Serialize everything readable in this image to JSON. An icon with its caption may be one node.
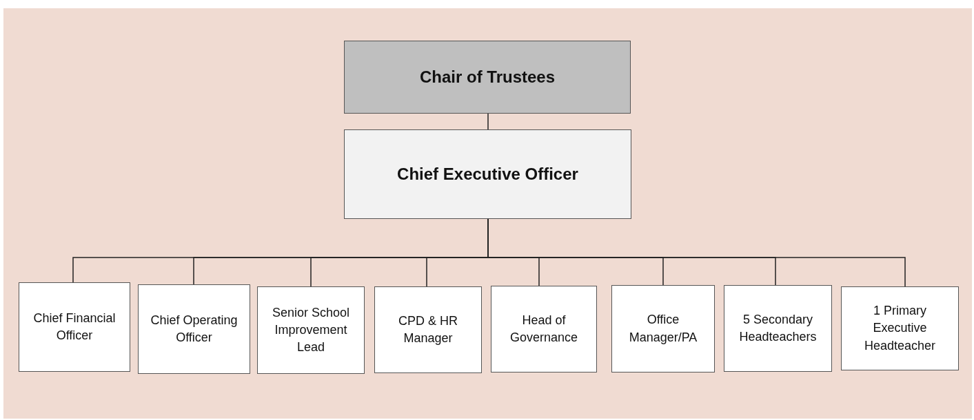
{
  "diagram": {
    "nodes": [
      {
        "text": [
          "Chair of Trustees"
        ]
      },
      {
        "text": [
          "Chief Executive Officer"
        ]
      },
      {
        "text": [
          "Chief Financial Officer"
        ]
      },
      {
        "text": [
          "Chief Operating Officer"
        ]
      },
      {
        "text": [
          "Senior School Improvement Lead"
        ]
      },
      {
        "text": [
          "CPD & HR Manager"
        ]
      },
      {
        "text": [
          "Head of Governance"
        ]
      },
      {
        "text": [
          "Office Manager/PA"
        ]
      },
      {
        "text": [
          "5 Secondary Headteachers"
        ]
      },
      {
        "text": [
          "1 Primary Executive Headteacher"
        ]
      }
    ],
    "edges": [
      {
        "from": 0,
        "to": 1,
        "arrow": "none"
      },
      {
        "from": 1,
        "to": 2,
        "arrow": "none"
      },
      {
        "from": 1,
        "to": 3,
        "arrow": "none"
      },
      {
        "from": 1,
        "to": 4,
        "arrow": "none"
      },
      {
        "from": 1,
        "to": 5,
        "arrow": "none"
      },
      {
        "from": 1,
        "to": 6,
        "arrow": "none"
      },
      {
        "from": 1,
        "to": 7,
        "arrow": "none"
      },
      {
        "from": 1,
        "to": 8,
        "arrow": "none"
      },
      {
        "from": 1,
        "to": 9,
        "arrow": "none"
      }
    ]
  }
}
